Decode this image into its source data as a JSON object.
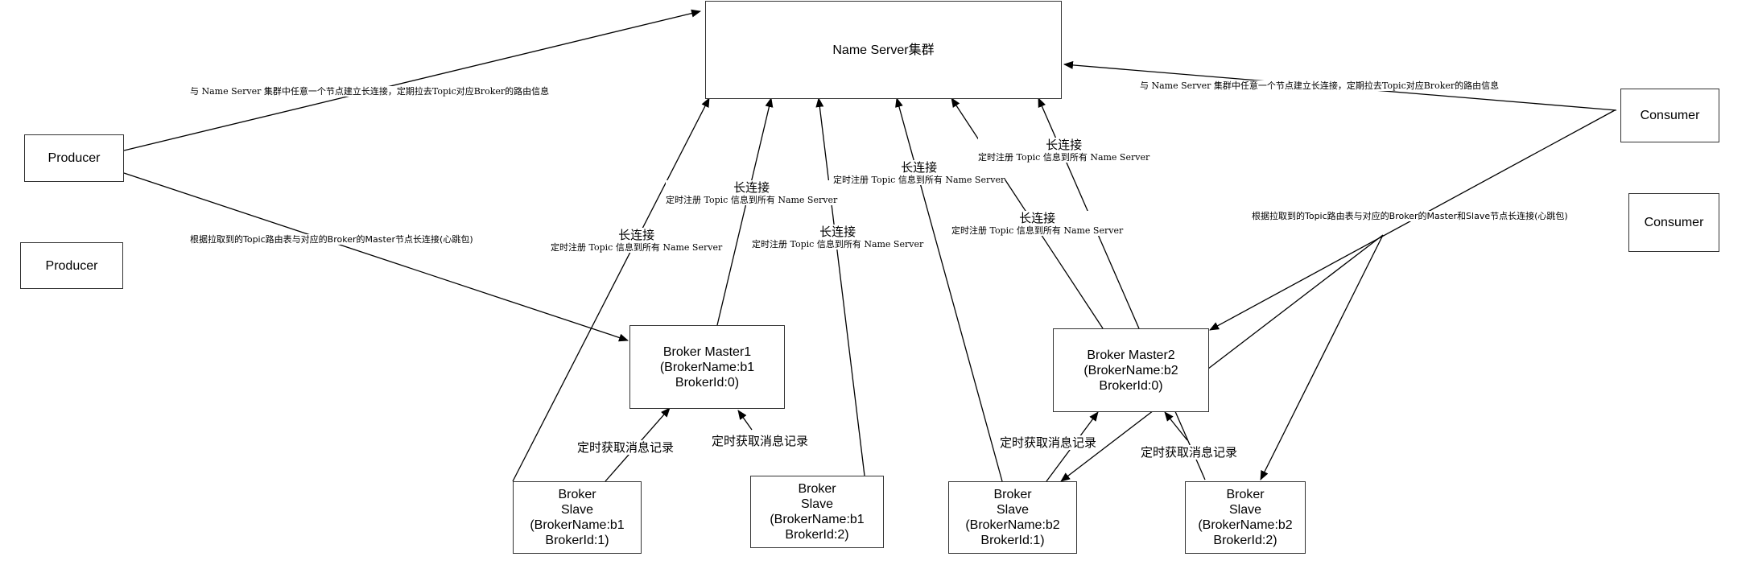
{
  "nodes": {
    "name_server": "Name Server集群",
    "producer1": "Producer",
    "producer2": "Producer",
    "consumer1": "Consumer",
    "consumer2": "Consumer",
    "broker_master1": "Broker Master1\n(BrokerName:b1\nBrokerId:0)",
    "broker_master2": "Broker Master2\n(BrokerName:b2\nBrokerId:0)",
    "slave_b1_1": "Broker\nSlave\n(BrokerName:b1\nBrokerId:1)",
    "slave_b1_2": "Broker\nSlave\n(BrokerName:b1\nBrokerId:2)",
    "slave_b2_1": "Broker\nSlave\n(BrokerName:b2\nBrokerId:1)",
    "slave_b2_2": "Broker\nSlave\n(BrokerName:b2\nBrokerId:2)"
  },
  "labels": {
    "producer_to_ns": "与 Name Server 集群中任意一个节点建立长连接，定期拉去Topic对应Broker的路由信息",
    "consumer_to_ns": "与 Name Server 集群中任意一个节点建立长连接，定期拉去Topic对应Broker的路由信息",
    "producer_to_master": "根据拉取到的Topic路由表与对应的Broker的Master节点长连接(心跳包)",
    "consumer_to_brokers": "根据拉取到的Topic路由表与对应的Broker的Master和Slave节点长连接(心跳包)",
    "long_conn": "长连接",
    "register_topic": "定时注册 Topic 信息到所有 Name Server",
    "fetch_msg": "定时获取消息记录"
  }
}
